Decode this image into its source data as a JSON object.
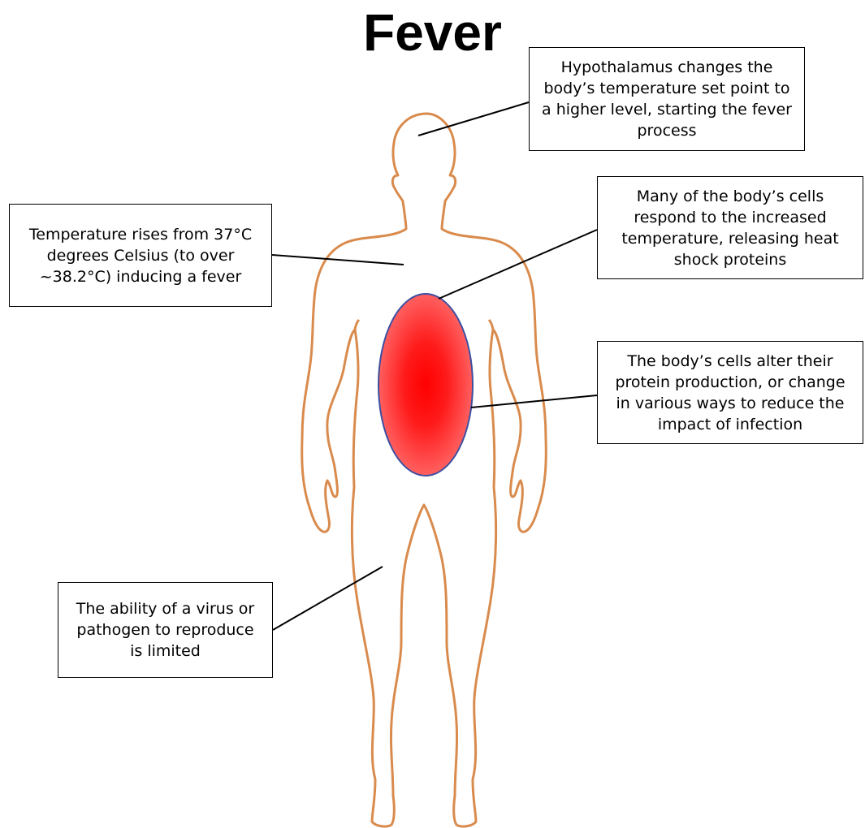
{
  "title": "Fever",
  "colors": {
    "body_outline": "#d98b4d",
    "heat_center": "#ff0000",
    "heat_edge": "#ff5a5a",
    "heat_border": "#3d4fa0",
    "text": "#000000"
  },
  "callouts": {
    "hypothalamus": "Hypothalamus changes the body’s temperature set point to a higher level, starting the fever process",
    "temperature": "Temperature rises from 37°C degrees Celsius (to over ~38.2°C) inducing a fever",
    "heat_shock": "Many of the body’s cells respond to the increased temperature, releasing heat shock proteins",
    "protein": "The body’s cells alter their protein production, or change in various ways to reduce the impact of infection",
    "pathogen": "The ability of a virus or pathogen to reproduce is limited"
  }
}
